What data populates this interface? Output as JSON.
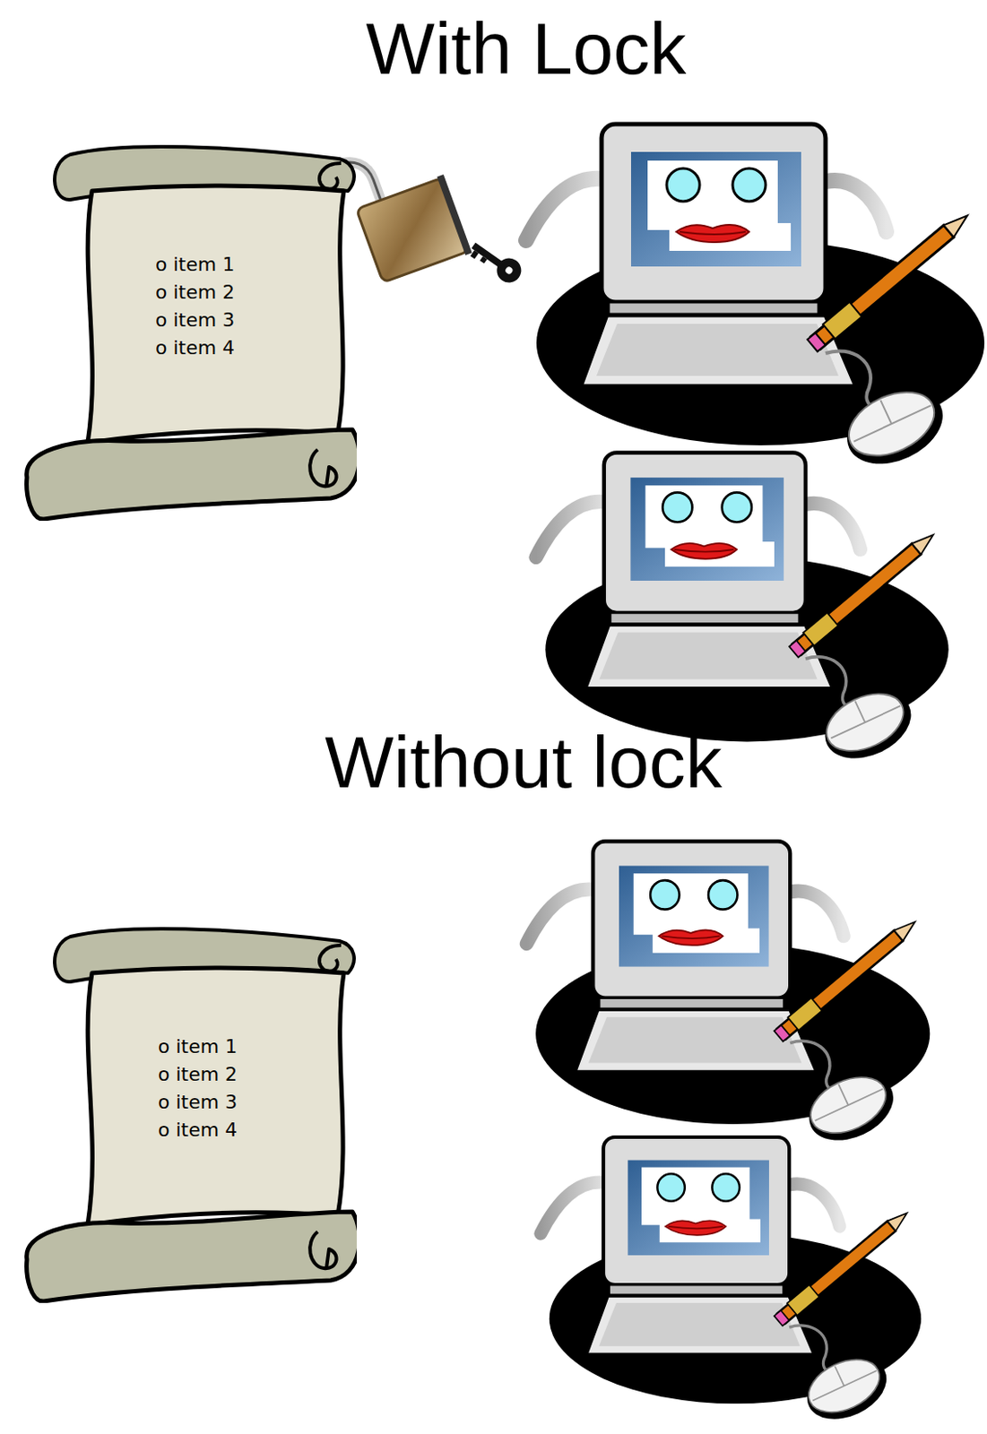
{
  "diagram": {
    "nodes": [
      {
        "text": [
          "o item 1",
          "o item 2",
          "o item 3",
          "o item 4"
        ]
      },
      {
        "text": [
          "o item 1",
          "o item 2",
          "o item 3",
          "o item 4"
        ]
      }
    ],
    "labels": [
      "With Lock",
      "Without lock"
    ]
  }
}
